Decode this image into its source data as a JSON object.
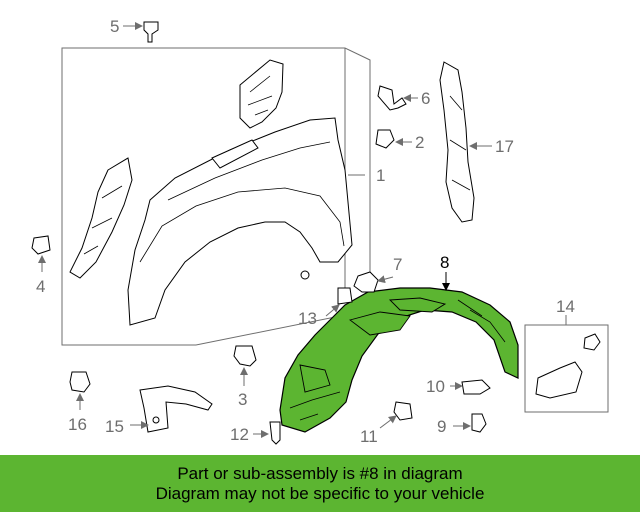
{
  "colors": {
    "highlight": "#5cb531",
    "banner": "#5cb531",
    "callout": "#6e6e6e"
  },
  "callouts": {
    "c1": "1",
    "c2": "2",
    "c3": "3",
    "c4": "4",
    "c5": "5",
    "c6": "6",
    "c7": "7",
    "c8": "8",
    "c9": "9",
    "c10": "10",
    "c12": "12",
    "c13": "13",
    "c14": "14",
    "c15": "15",
    "c16": "16",
    "c17": "17",
    "c11": "11"
  },
  "banner": {
    "line1": "Part or sub-assembly is #8 in diagram",
    "line2": "Diagram may not be specific to your vehicle"
  }
}
